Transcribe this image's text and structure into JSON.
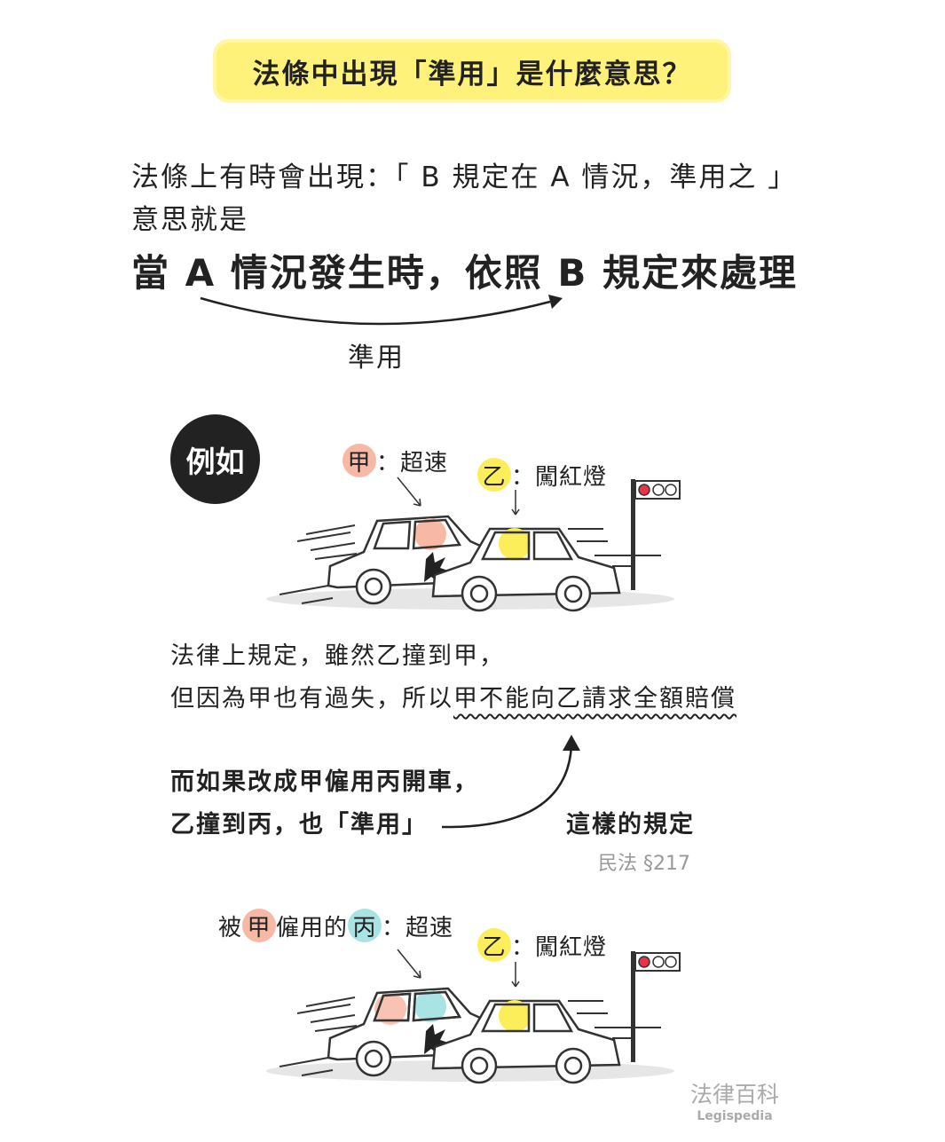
{
  "title": "法條中出現「準用」是什麼意思？",
  "intro": {
    "line1": "法條上有時會出現：「 B 規定在 A 情況，準用之 」",
    "line2": "意思就是",
    "emphasis": "當 A 情況發生時，依照 B 規定來處理",
    "arrow_label": "準用"
  },
  "example": {
    "badge": "例如",
    "scene1": {
      "car_a_party": "甲",
      "car_a_action": "：超速",
      "car_b_party": "乙",
      "car_b_action": "：闖紅燈"
    },
    "explanation": {
      "line1": "法律上規定，雖然乙撞到甲，",
      "line2_prefix": "但因為甲也有過失，所以",
      "line2_highlight": "甲不能向乙請求全額賠償"
    },
    "variation": {
      "line1": "而如果改成甲僱用丙開車，",
      "line2": "乙撞到丙，也「準用」",
      "rule_label": "這樣的規定",
      "citation": "民法 §217"
    },
    "scene2": {
      "car_a_prefix": "被",
      "car_a_employer": "甲",
      "car_a_mid": "僱用的",
      "car_a_driver": "丙",
      "car_a_action": "：超速",
      "car_b_party": "乙",
      "car_b_action": "：闖紅燈"
    }
  },
  "brand": {
    "name": "法律百科",
    "sub": "Legispedia"
  },
  "colors": {
    "title_bg": "#fff27a",
    "party_jia": "#f7b9a6",
    "party_yi": "#fbee5a",
    "party_bing": "#a9e3e3",
    "red_light": "#e8334a"
  }
}
